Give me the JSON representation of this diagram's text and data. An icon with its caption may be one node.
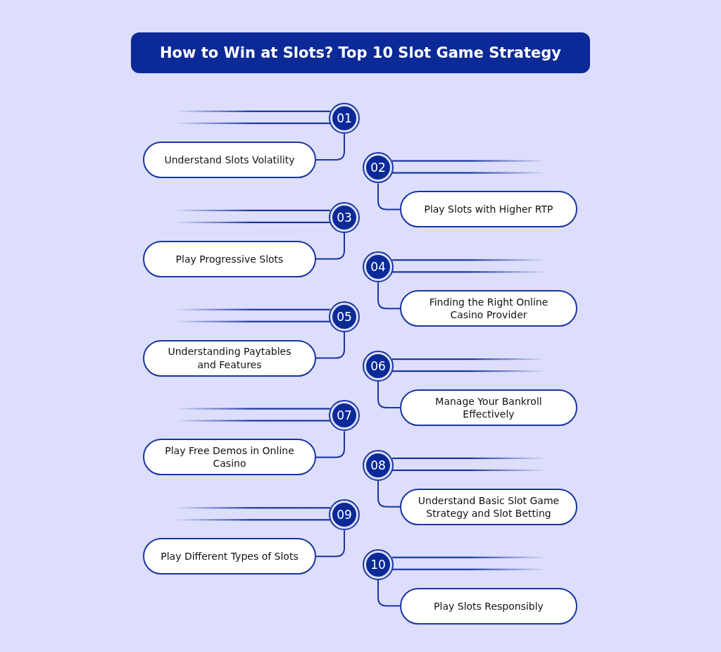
{
  "diagram": {
    "title": "How to Win at Slots? Top 10 Slot Game Strategy",
    "nodes": [
      {
        "text": [
          "01"
        ]
      },
      {
        "text": [
          "Understand Slots Volatility"
        ]
      },
      {
        "text": [
          "02"
        ]
      },
      {
        "text": [
          "Play Slots with Higher RTP"
        ]
      },
      {
        "text": [
          "03"
        ]
      },
      {
        "text": [
          "Play Progressive Slots"
        ]
      },
      {
        "text": [
          "04"
        ]
      },
      {
        "text": [
          "Finding the Right Online Casino Provider"
        ]
      },
      {
        "text": [
          "05"
        ]
      },
      {
        "text": [
          "Understanding Paytables and Features"
        ]
      },
      {
        "text": [
          "06"
        ]
      },
      {
        "text": [
          "Manage Your Bankroll Effectively"
        ]
      },
      {
        "text": [
          "07"
        ]
      },
      {
        "text": [
          "Play Free Demos in Online Casino"
        ]
      },
      {
        "text": [
          "08"
        ]
      },
      {
        "text": [
          "Understand Basic Slot Game Strategy and Slot Betting"
        ]
      },
      {
        "text": [
          "09"
        ]
      },
      {
        "text": [
          "Play Different Types of Slots"
        ]
      },
      {
        "text": [
          "10"
        ]
      },
      {
        "text": [
          "Play Slots Responsibly"
        ]
      }
    ],
    "edges": [
      {
        "from": 0,
        "to": 1,
        "arrow": "none"
      },
      {
        "from": 2,
        "to": 3,
        "arrow": "none"
      },
      {
        "from": 4,
        "to": 5,
        "arrow": "none"
      },
      {
        "from": 6,
        "to": 7,
        "arrow": "none"
      },
      {
        "from": 8,
        "to": 9,
        "arrow": "none"
      },
      {
        "from": 10,
        "to": 11,
        "arrow": "none"
      },
      {
        "from": 12,
        "to": 13,
        "arrow": "none"
      },
      {
        "from": 14,
        "to": 15,
        "arrow": "none"
      },
      {
        "from": 16,
        "to": 17,
        "arrow": "none"
      },
      {
        "from": 18,
        "to": 19,
        "arrow": "none"
      }
    ]
  }
}
